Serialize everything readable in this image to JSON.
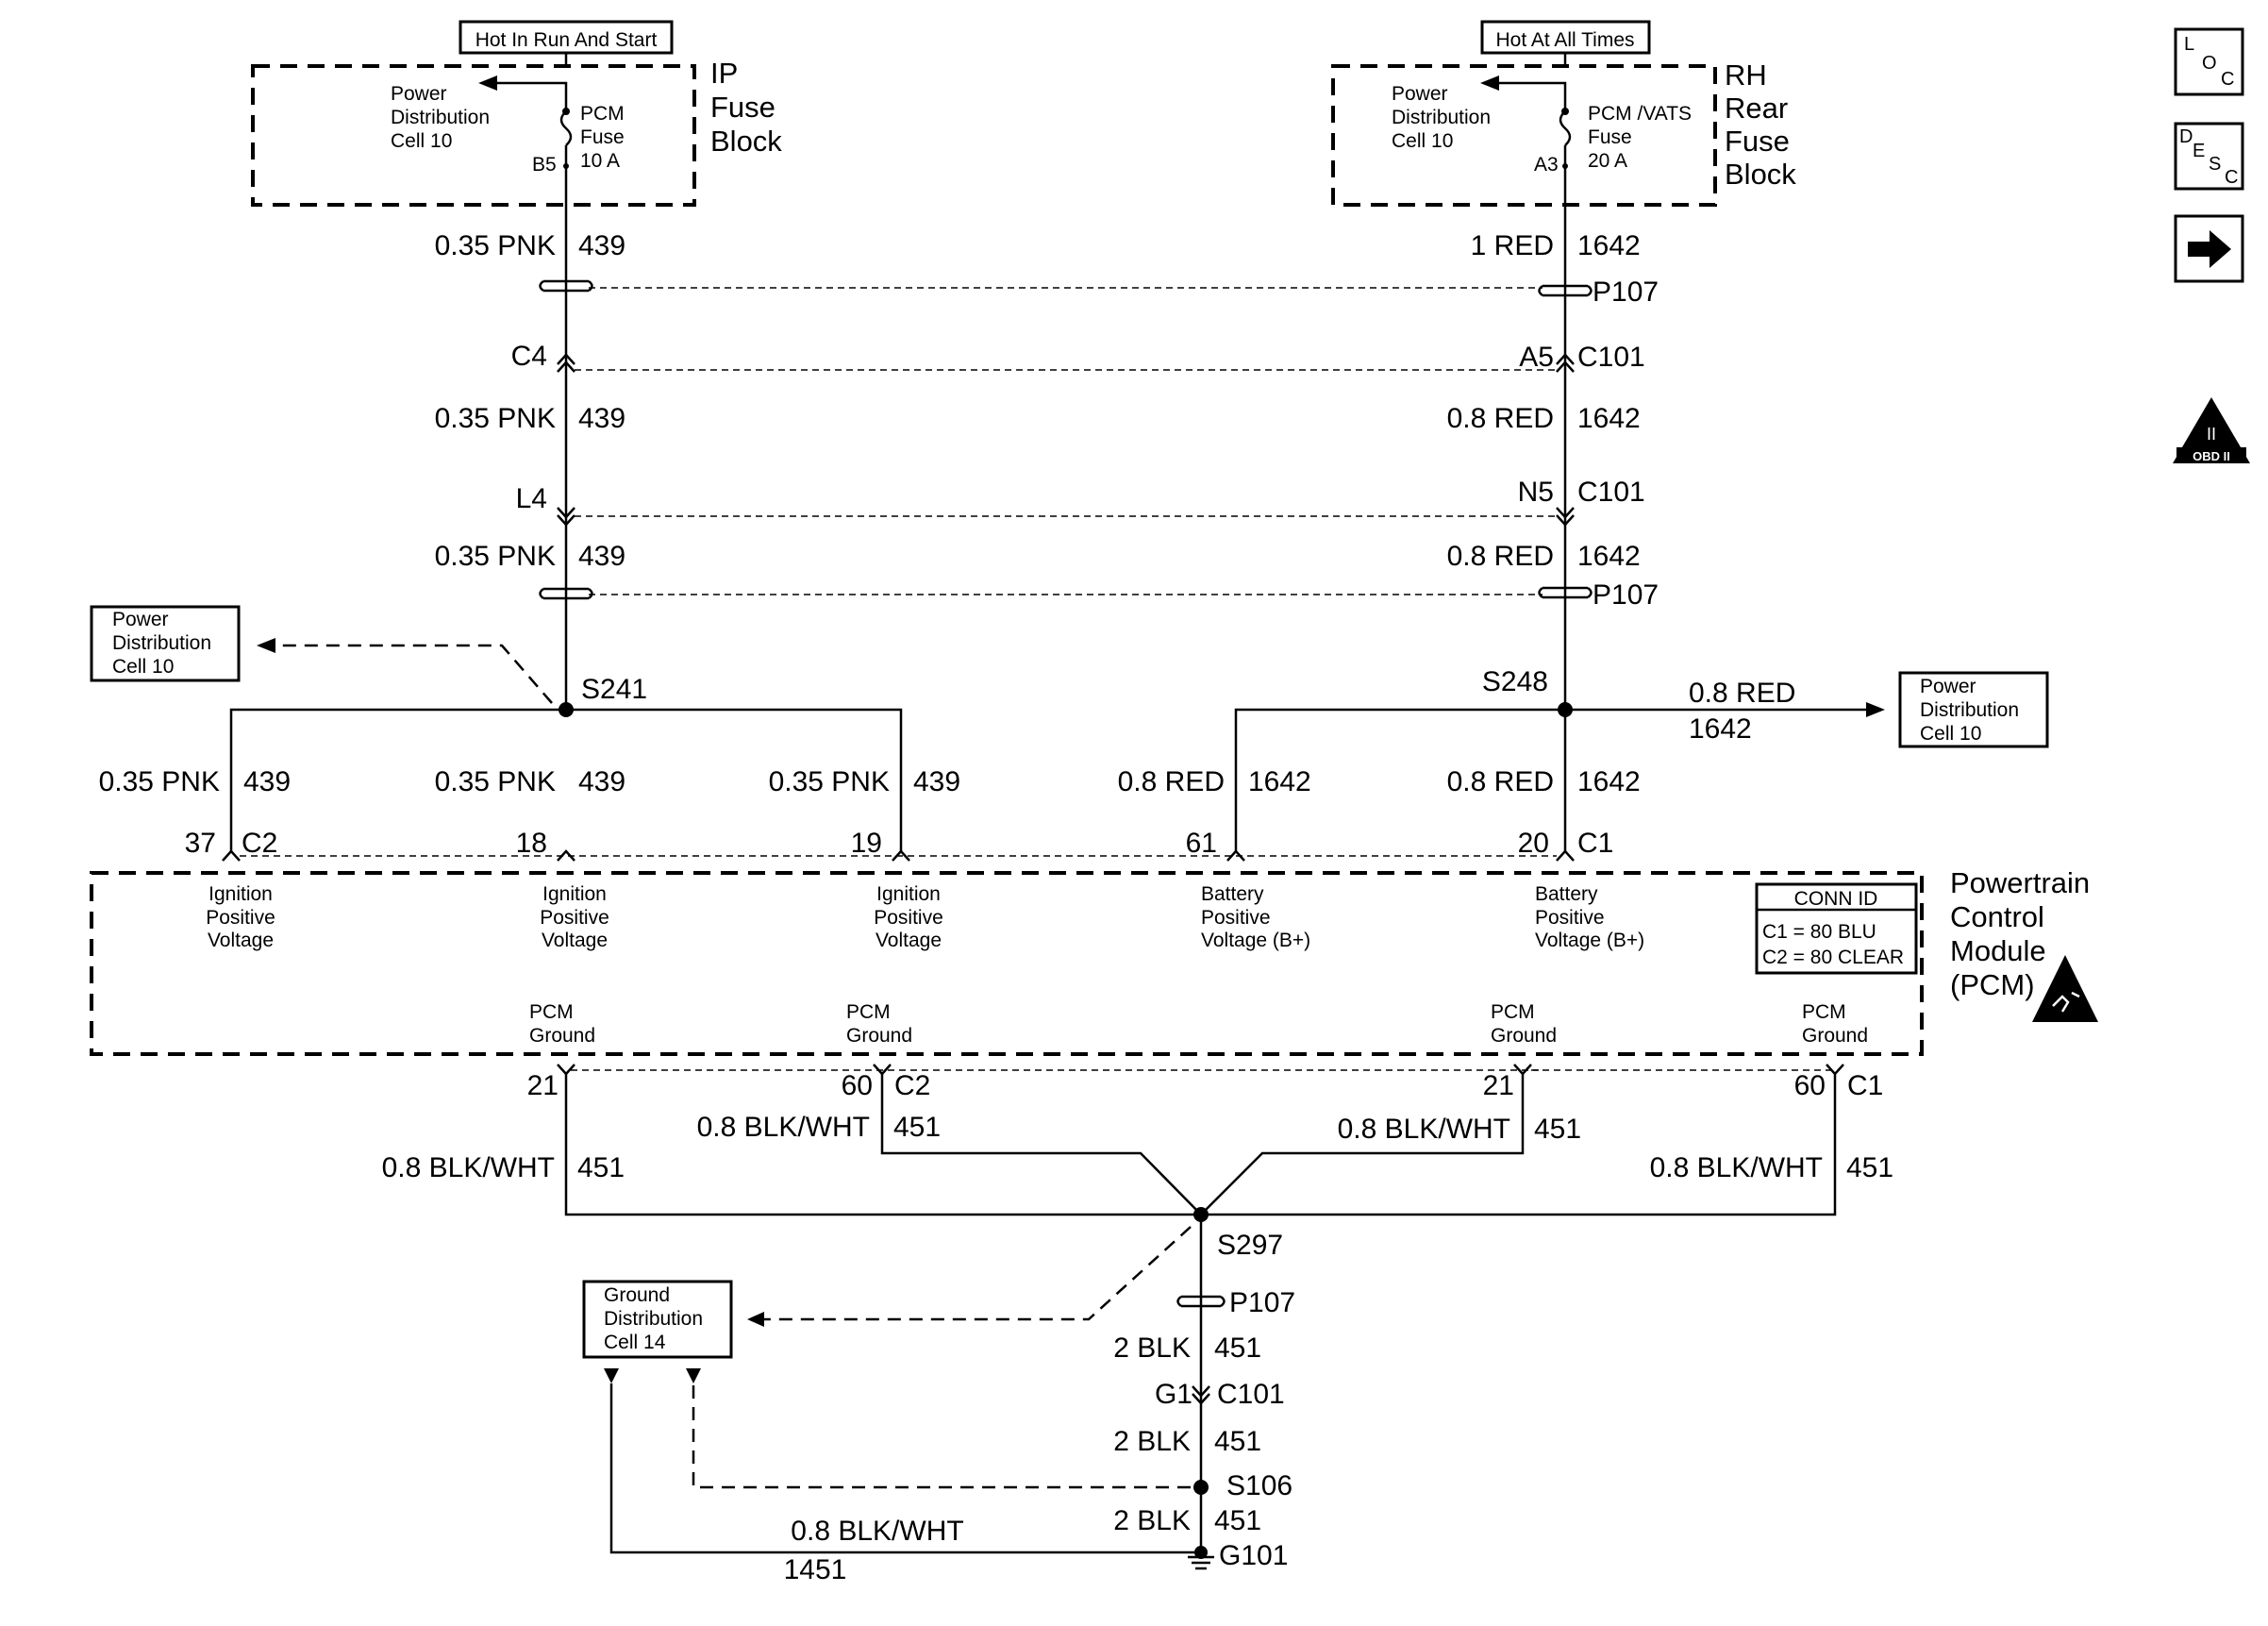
{
  "top_left": {
    "hot_label": "Hot In Run And Start",
    "block_name": [
      "IP",
      "Fuse",
      "Block"
    ],
    "cell": [
      "Power",
      "Distribution",
      "Cell 10"
    ],
    "fuse": [
      "PCM",
      "Fuse",
      "10 A"
    ],
    "fuse_pin": "B5"
  },
  "top_right": {
    "hot_label": "Hot At All Times",
    "block_name": [
      "RH",
      "Rear",
      "Fuse",
      "Block"
    ],
    "cell": [
      "Power",
      "Distribution",
      "Cell 10"
    ],
    "fuse": [
      "PCM /VATS",
      "Fuse",
      "20 A"
    ],
    "fuse_pin": "A3"
  },
  "left_column": {
    "wire1": "0.35 PNK",
    "circuit1": "439",
    "conn_c4": "C4",
    "wire2": "0.35 PNK",
    "circuit2": "439",
    "conn_l4": "L4",
    "wire3": "0.35 PNK",
    "circuit3": "439",
    "splice": "S241"
  },
  "right_column": {
    "wire1": "1 RED",
    "circuit1": "1642",
    "p107_top": "P107",
    "pin_a5": "A5",
    "conn_a5": "C101",
    "wire2": "0.8 RED",
    "circuit2": "1642",
    "pin_n5": "N5",
    "conn_n5": "C101",
    "wire3": "0.8 RED",
    "circuit3": "1642",
    "p107_mid": "P107",
    "splice": "S248",
    "branch_wire": "0.8 RED",
    "branch_circuit": "1642"
  },
  "power_dist_left": [
    "Power",
    "Distribution",
    "Cell 10"
  ],
  "power_dist_right": [
    "Power",
    "Distribution",
    "Cell 10"
  ],
  "pcm_inputs": [
    {
      "wire": "0.35 PNK",
      "circuit": "439",
      "pin": "37",
      "conn": "C2",
      "desc": [
        "Ignition",
        "Positive",
        "Voltage"
      ]
    },
    {
      "wire": "0.35 PNK",
      "circuit": "439",
      "pin": "18",
      "conn": "",
      "desc": [
        "Ignition",
        "Positive",
        "Voltage"
      ]
    },
    {
      "wire": "0.35 PNK",
      "circuit": "439",
      "pin": "19",
      "conn": "",
      "desc": [
        "Ignition",
        "Positive",
        "Voltage"
      ]
    },
    {
      "wire": "0.8 RED",
      "circuit": "1642",
      "pin": "61",
      "conn": "",
      "desc": [
        "Battery",
        "Positive",
        "Voltage (B+)"
      ]
    },
    {
      "wire": "0.8 RED",
      "circuit": "1642",
      "pin": "20",
      "conn": "C1",
      "desc": [
        "Battery",
        "Positive",
        "Voltage (B+)"
      ]
    }
  ],
  "pcm": {
    "name": [
      "Powertrain",
      "Control",
      "Module",
      "(PCM)"
    ],
    "conn_id_title": "CONN ID",
    "conn_id_lines": [
      "C1 = 80 BLU",
      "C2 = 80 CLEAR"
    ],
    "grounds": [
      {
        "label": [
          "PCM",
          "Ground"
        ],
        "pin": "21",
        "conn": ""
      },
      {
        "label": [
          "PCM",
          "Ground"
        ],
        "pin": "60",
        "conn": "C2"
      },
      {
        "label": [
          "PCM",
          "Ground"
        ],
        "pin": "21",
        "conn": ""
      },
      {
        "label": [
          "PCM",
          "Ground"
        ],
        "pin": "60",
        "conn": "C1"
      }
    ]
  },
  "ground_wires": [
    {
      "wire": "0.8 BLK/WHT",
      "circuit": "451"
    },
    {
      "wire": "0.8 BLK/WHT",
      "circuit": "451"
    },
    {
      "wire": "0.8 BLK/WHT",
      "circuit": "451"
    },
    {
      "wire": "0.8 BLK/WHT",
      "circuit": "451"
    }
  ],
  "ground_path": {
    "splice": "S297",
    "p107": "P107",
    "wire1": "2 BLK",
    "circuit1": "451",
    "pin_g1": "G1",
    "conn_g1": "C101",
    "wire2": "2 BLK",
    "circuit2": "451",
    "splice2": "S106",
    "wire3": "2 BLK",
    "circuit3": "451",
    "ground": "G101",
    "side_wire": "0.8 BLK/WHT",
    "side_circuit": "1451"
  },
  "ground_dist": [
    "Ground",
    "Distribution",
    "Cell 14"
  ],
  "sidebar": {
    "loc": [
      "L",
      "O",
      "C"
    ],
    "desc": [
      "D",
      "E",
      "S",
      "C"
    ],
    "next_icon": "right-arrow-icon",
    "obd": "OBD II",
    "obd_numeral": "II"
  }
}
